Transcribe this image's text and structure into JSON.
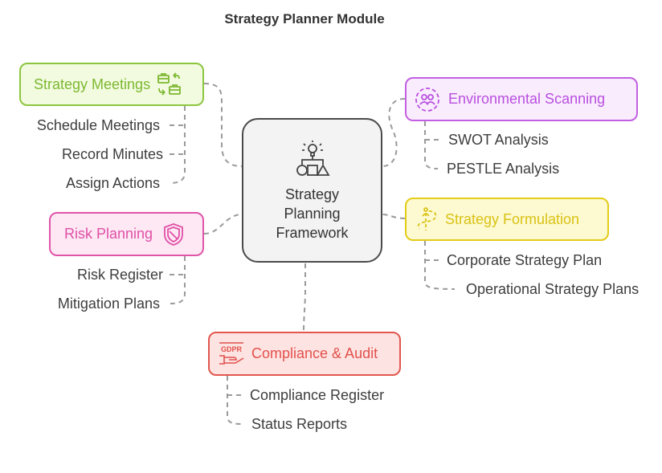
{
  "title": "Strategy Planner Module",
  "center": {
    "label_lines": [
      "Strategy",
      "Planning",
      "Framework"
    ],
    "icon": "lightbulb-hierarchy-icon"
  },
  "nodes": {
    "meetings": {
      "label": "Strategy Meetings",
      "icon": "briefcase-exchange-icon",
      "color": "#7db831",
      "items": [
        "Schedule Meetings",
        "Record Minutes",
        "Assign Actions"
      ]
    },
    "environment": {
      "label": "Environmental Scanning",
      "icon": "people-circle-icon",
      "color": "#b94fe0",
      "items": [
        "SWOT Analysis",
        "PESTLE Analysis"
      ]
    },
    "risk": {
      "label": "Risk Planning",
      "icon": "shield-icon",
      "color": "#e050a6",
      "items": [
        "Risk Register",
        "Mitigation Plans"
      ]
    },
    "formulation": {
      "label": "Strategy Formulation",
      "icon": "path-arrow-icon",
      "color": "#d9c215",
      "items": [
        "Corporate Strategy Plan",
        "Operational Strategy Plans"
      ]
    },
    "compliance": {
      "label": "Compliance & Audit",
      "icon": "gdpr-hand-icon",
      "icon_text": "GDPR",
      "color": "#e2504c",
      "items": [
        "Compliance Register",
        "Status Reports"
      ]
    }
  }
}
